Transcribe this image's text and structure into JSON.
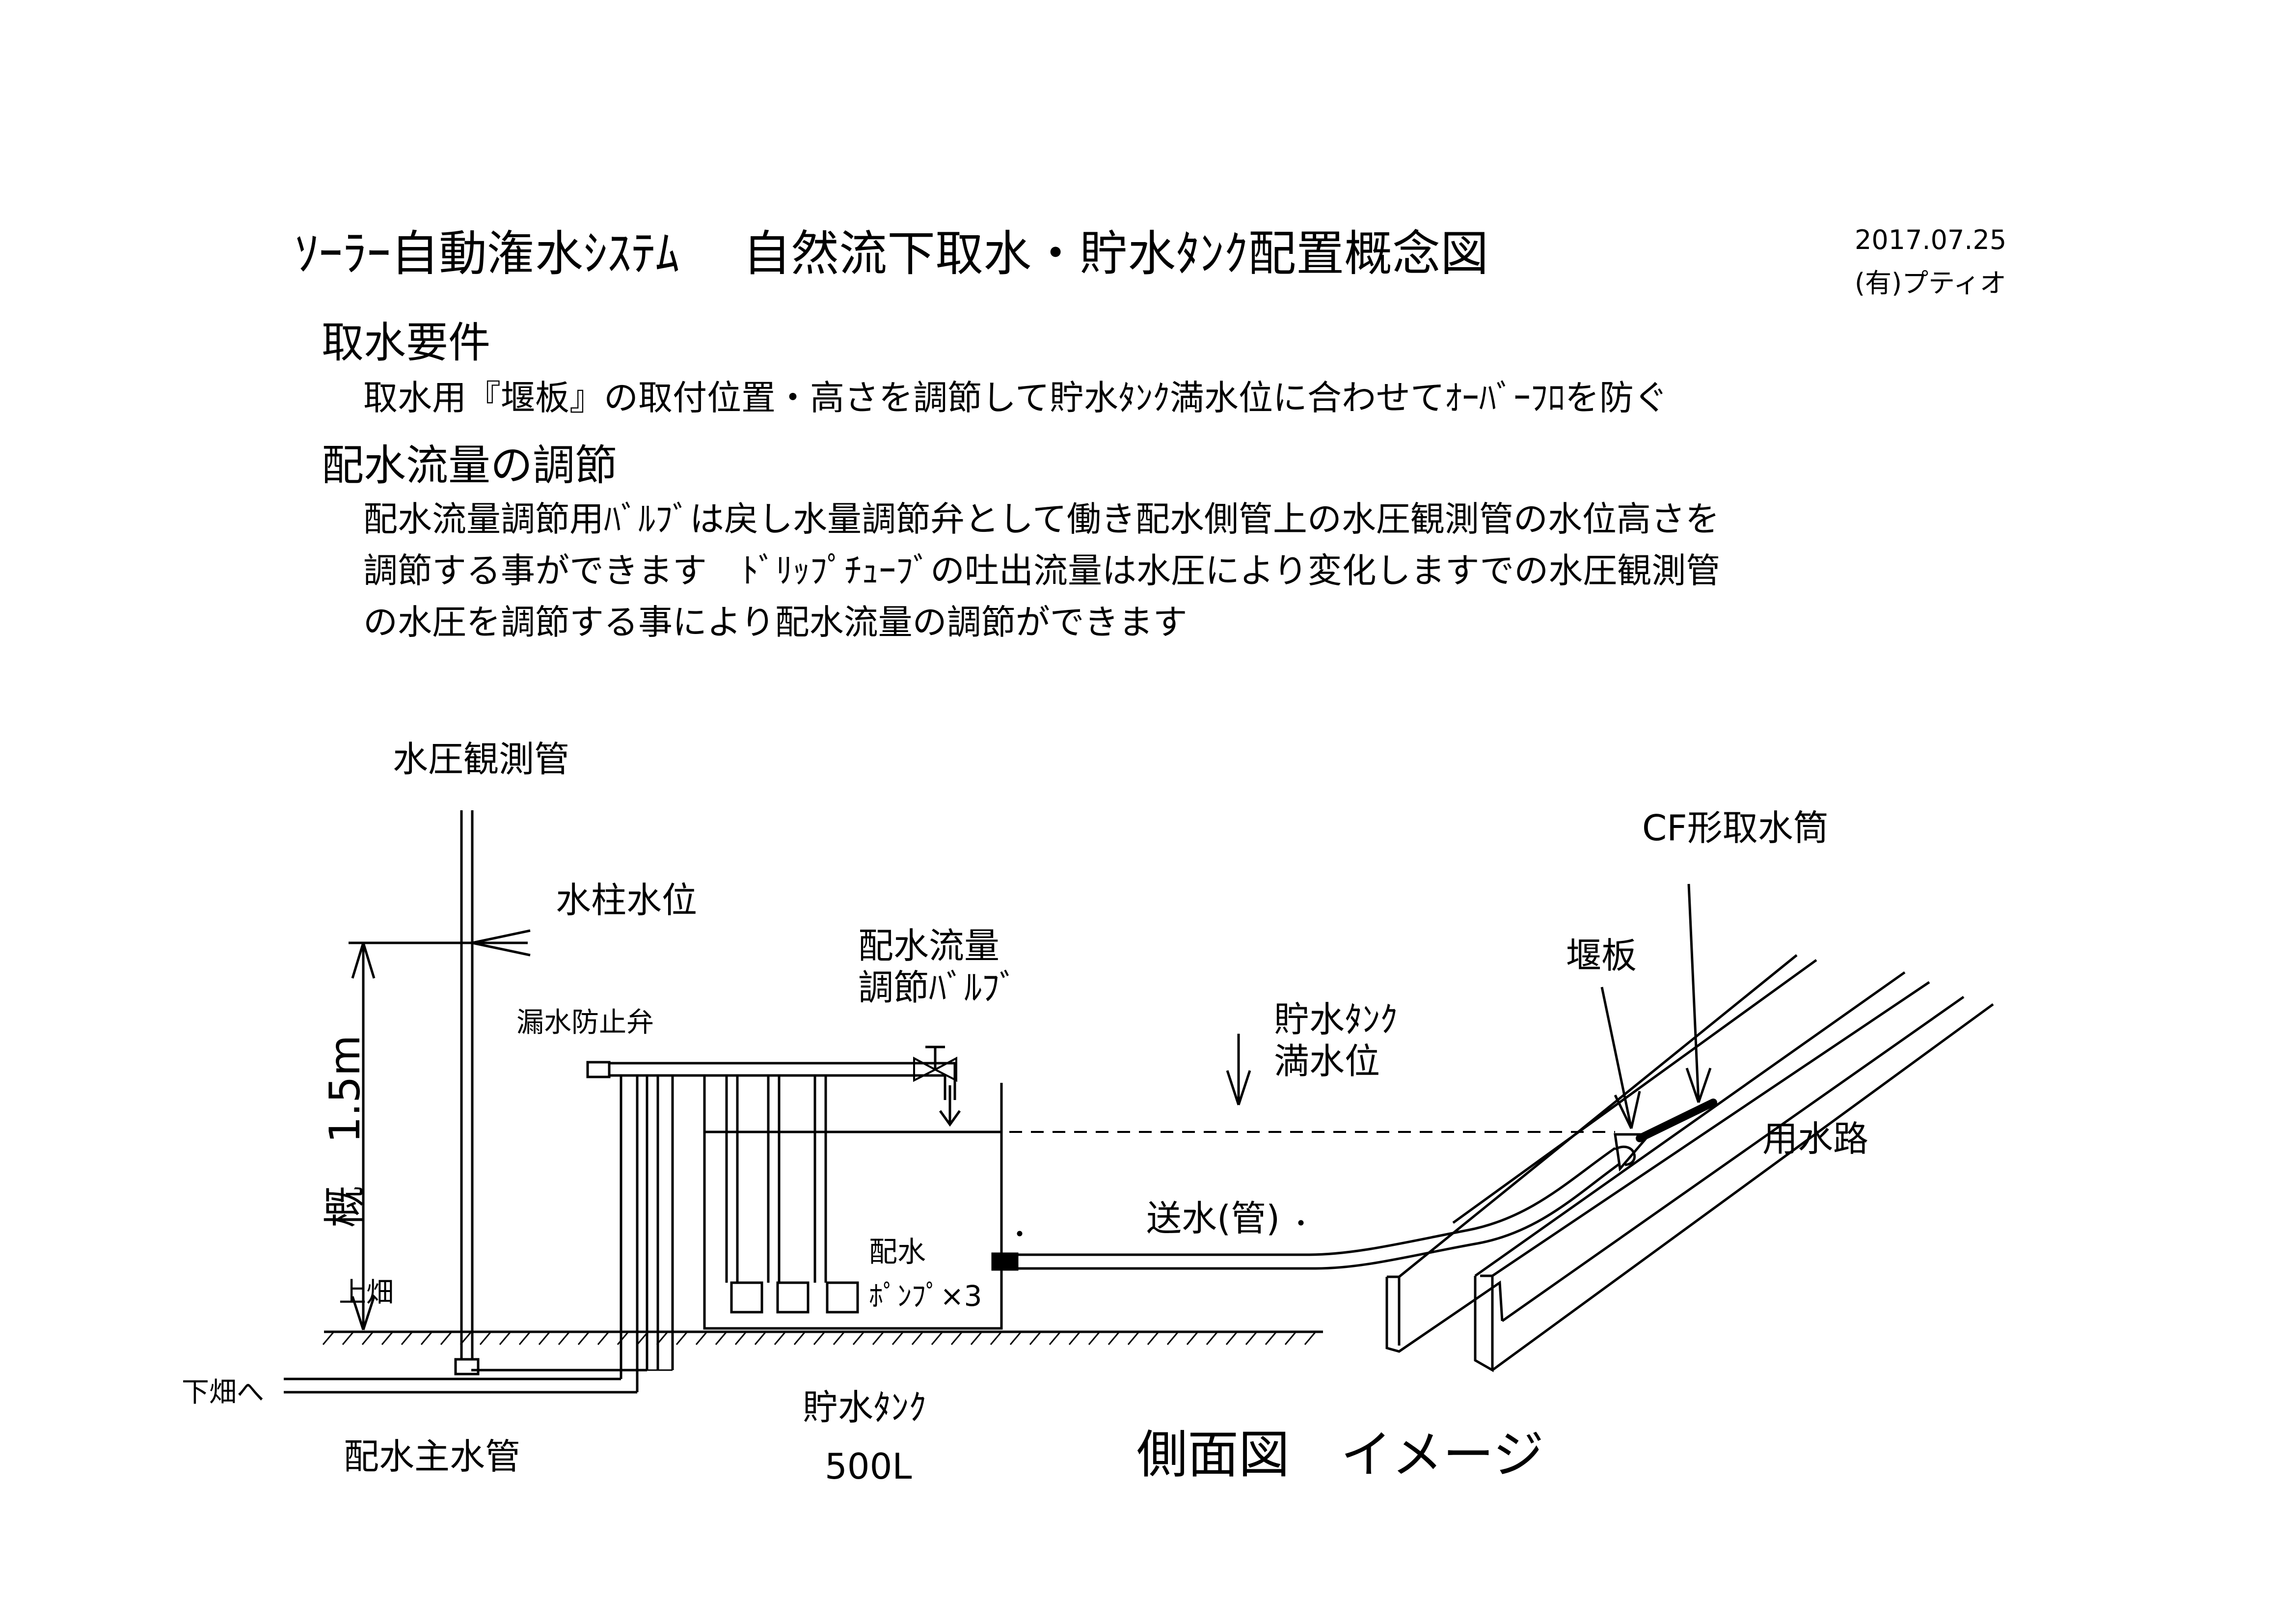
{
  "header": {
    "title": "ｿｰﾗｰ自動潅水ｼｽﾃﾑ　 自然流下取水・貯水ﾀﾝｸ配置概念図",
    "date": "2017.07.25",
    "company": "(有)プティオ"
  },
  "sections": {
    "intake": {
      "heading": "取水要件",
      "body": "取水用『堰板』の取付位置・高さを調節して貯水ﾀﾝｸ満水位に合わせてｵｰﾊﾞｰﾌﾛを防ぐ"
    },
    "flow": {
      "heading": "配水流量の調節",
      "lines": [
        "配水流量調節用ﾊﾞﾙﾌﾞは戻し水量調節弁として働き配水側管上の水圧観測管の水位高さを",
        "調節する事ができます　ﾄﾞﾘｯﾌﾟﾁｭｰﾌﾞの吐出流量は水圧により変化しますでの水圧観測管",
        "の水圧を調節する事により配水流量の調節ができます"
      ]
    }
  },
  "labels": {
    "pressure_tube": "水圧観測管",
    "water_column_level": "水柱水位",
    "height": "概　1.5m",
    "leak_valve": "漏水防止弁",
    "flow_valve_1": "配水流量",
    "flow_valve_2": "調節ﾊﾞﾙﾌﾞ",
    "full_level_1": "貯水ﾀﾝｸ",
    "full_level_2": "満水位",
    "cf_intake": "CF形取水筒",
    "weir": "堰板",
    "channel": "用水路",
    "supply_pipe": "送水(管)",
    "pump_1": "配水",
    "pump_2": "ﾎﾟﾝﾌﾟ×3",
    "upper_field": "上畑",
    "to_lower_field": "下畑へ",
    "main_pipe": "配水主水管",
    "tank_1": "貯水ﾀﾝｸ",
    "tank_2": "500L",
    "view_caption": "側面図　イメージ"
  }
}
